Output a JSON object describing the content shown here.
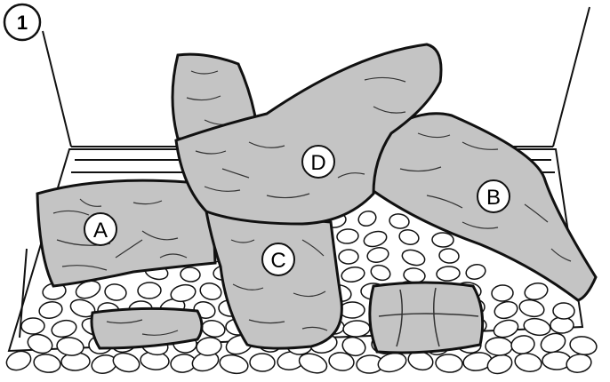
{
  "step_badge": {
    "number": "1"
  },
  "callouts": {
    "a": "A",
    "b": "B",
    "c": "C",
    "d": "D"
  },
  "colors": {
    "log_fill": "#c4c4c4",
    "outline": "#111111",
    "pebble_fill": "#ffffff",
    "background": "#ffffff"
  }
}
